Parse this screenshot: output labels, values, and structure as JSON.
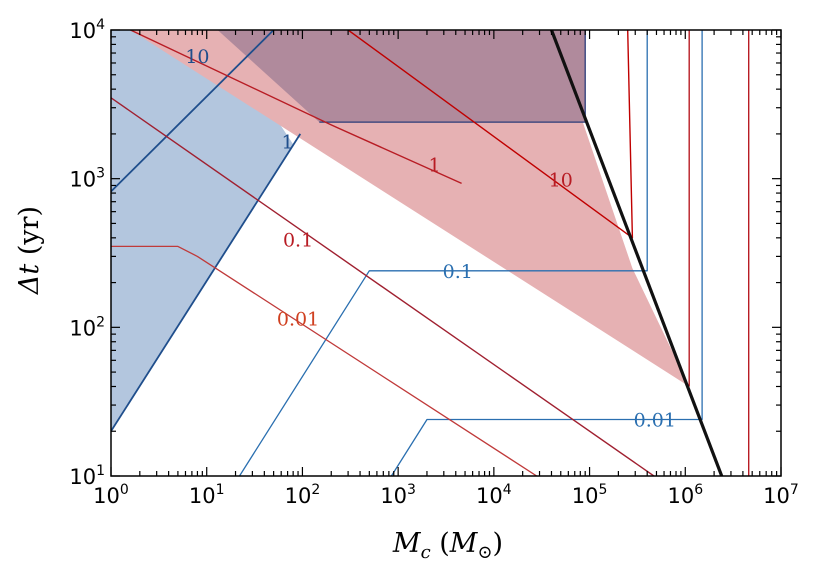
{
  "chart_data": {
    "type": "line",
    "xscale": "log",
    "yscale": "log",
    "xlim": [
      1,
      10000000
    ],
    "ylim": [
      10,
      10000
    ],
    "grid": false,
    "xlabel": {
      "main": "M",
      "sub": "c",
      "open": " (",
      "unit": "M",
      "unit_sub": "⊙",
      "close": ")"
    },
    "ylabel": {
      "main": "Δt",
      "unit": " (yr)"
    },
    "x_ticks": [
      {
        "value": 1,
        "base": "10",
        "exp": "0"
      },
      {
        "value": 10,
        "base": "10",
        "exp": "1"
      },
      {
        "value": 100,
        "base": "10",
        "exp": "2"
      },
      {
        "value": 1000,
        "base": "10",
        "exp": "3"
      },
      {
        "value": 10000,
        "base": "10",
        "exp": "4"
      },
      {
        "value": 100000,
        "base": "10",
        "exp": "5"
      },
      {
        "value": 1000000,
        "base": "10",
        "exp": "6"
      },
      {
        "value": 10000000,
        "base": "10",
        "exp": "7"
      }
    ],
    "y_ticks": [
      {
        "value": 10,
        "base": "10",
        "exp": "1"
      },
      {
        "value": 100,
        "base": "10",
        "exp": "2"
      },
      {
        "value": 1000,
        "base": "10",
        "exp": "3"
      },
      {
        "value": 10000,
        "base": "10",
        "exp": "4"
      }
    ],
    "regions": [
      {
        "name": "blue-region",
        "color": "#b3c6de",
        "polygon": [
          [
            1,
            10000
          ],
          [
            13,
            10000
          ],
          [
            80,
            1700
          ],
          [
            1,
            20
          ]
        ]
      },
      {
        "name": "red-region",
        "color": "#e6b1b3",
        "polygon": [
          [
            1.6,
            10000
          ],
          [
            40000,
            10000
          ],
          [
            280000,
            250
          ],
          [
            1100000,
            40
          ]
        ]
      },
      {
        "name": "overlap-region",
        "color": "#b08a9c",
        "polygon": [
          [
            13,
            10000
          ],
          [
            90000,
            10000
          ],
          [
            90000,
            2400
          ],
          [
            150,
            2400
          ]
        ]
      }
    ],
    "series": [
      {
        "name": "",
        "color": "#1f4e8c",
        "width": 1.8,
        "points": [
          [
            1,
            20
          ],
          [
            95,
            2000
          ]
        ],
        "gap_label": "1"
      },
      {
        "name": "",
        "color": "#1f4e8c",
        "width": 1.8,
        "points": [
          [
            1,
            820
          ],
          [
            50,
            10000
          ]
        ],
        "gap_label": "10"
      },
      {
        "name": "",
        "color": "#2a6fb0",
        "width": 1.3,
        "points": [
          [
            22,
            10
          ],
          [
            500,
            240
          ],
          [
            400000,
            240
          ],
          [
            400000,
            10000
          ]
        ],
        "gap_label": "0.1"
      },
      {
        "name": "",
        "color": "#2a6fb0",
        "width": 1.3,
        "points": [
          [
            850,
            10
          ],
          [
            2000,
            24
          ],
          [
            1500000,
            24
          ],
          [
            1500000,
            10000
          ]
        ],
        "gap_label": "0.01"
      },
      {
        "name": "",
        "color": "#2a3a78",
        "width": 1.3,
        "points": [
          [
            150,
            2400
          ],
          [
            90000,
            2400
          ],
          [
            90000,
            10000
          ]
        ]
      },
      {
        "name": "",
        "color": "#b81c24",
        "width": 1.4,
        "points": [
          [
            1.6,
            10000
          ],
          [
            200,
            2300
          ],
          [
            4600,
            930
          ]
        ],
        "gap_label": "1"
      },
      {
        "name": "",
        "color": "#b81c24",
        "width": 1.4,
        "points": [
          [
            1100000,
            40
          ],
          [
            1100000,
            10000
          ]
        ]
      },
      {
        "name": "",
        "color": "#c00000",
        "width": 1.4,
        "points": [
          [
            300,
            10000
          ],
          [
            280000,
            400
          ],
          [
            250000,
            10000
          ]
        ],
        "gap_label": "10"
      },
      {
        "name": "",
        "color": "#a02030",
        "width": 1.4,
        "points": [
          [
            1,
            3500
          ],
          [
            470000,
            10
          ]
        ],
        "gap_label": "0.1"
      },
      {
        "name": "",
        "color": "#c03a3a",
        "width": 1.3,
        "points": [
          [
            1,
            350
          ],
          [
            5,
            350
          ],
          [
            8,
            300
          ],
          [
            28000,
            10
          ]
        ],
        "gap_label": "0.01"
      },
      {
        "name": "",
        "color": "#b81c24",
        "width": 1.4,
        "points": [
          [
            4600000,
            10
          ],
          [
            4600000,
            10000
          ]
        ]
      },
      {
        "name": "",
        "color": "#111111",
        "width": 3.2,
        "points": [
          [
            40000,
            10000
          ],
          [
            2400000,
            10
          ]
        ]
      }
    ],
    "annotations": [
      {
        "text": "10",
        "x": 8,
        "y": 6700,
        "color": "#1f4e8c"
      },
      {
        "text": "1",
        "x": 70,
        "y": 1780,
        "color": "#1f4e8c"
      },
      {
        "text": "0.1",
        "x": 4200,
        "y": 240,
        "color": "#2a6fb0"
      },
      {
        "text": "0.01",
        "x": 480000,
        "y": 24,
        "color": "#2a6fb0"
      },
      {
        "text": "1",
        "x": 2400,
        "y": 1250,
        "color": "#b81c24"
      },
      {
        "text": "10",
        "x": 50000,
        "y": 990,
        "color": "#b81c24"
      },
      {
        "text": "0.1",
        "x": 90,
        "y": 390,
        "color": "#b81c24"
      },
      {
        "text": "0.01",
        "x": 90,
        "y": 115,
        "color": "#d04020"
      }
    ]
  }
}
